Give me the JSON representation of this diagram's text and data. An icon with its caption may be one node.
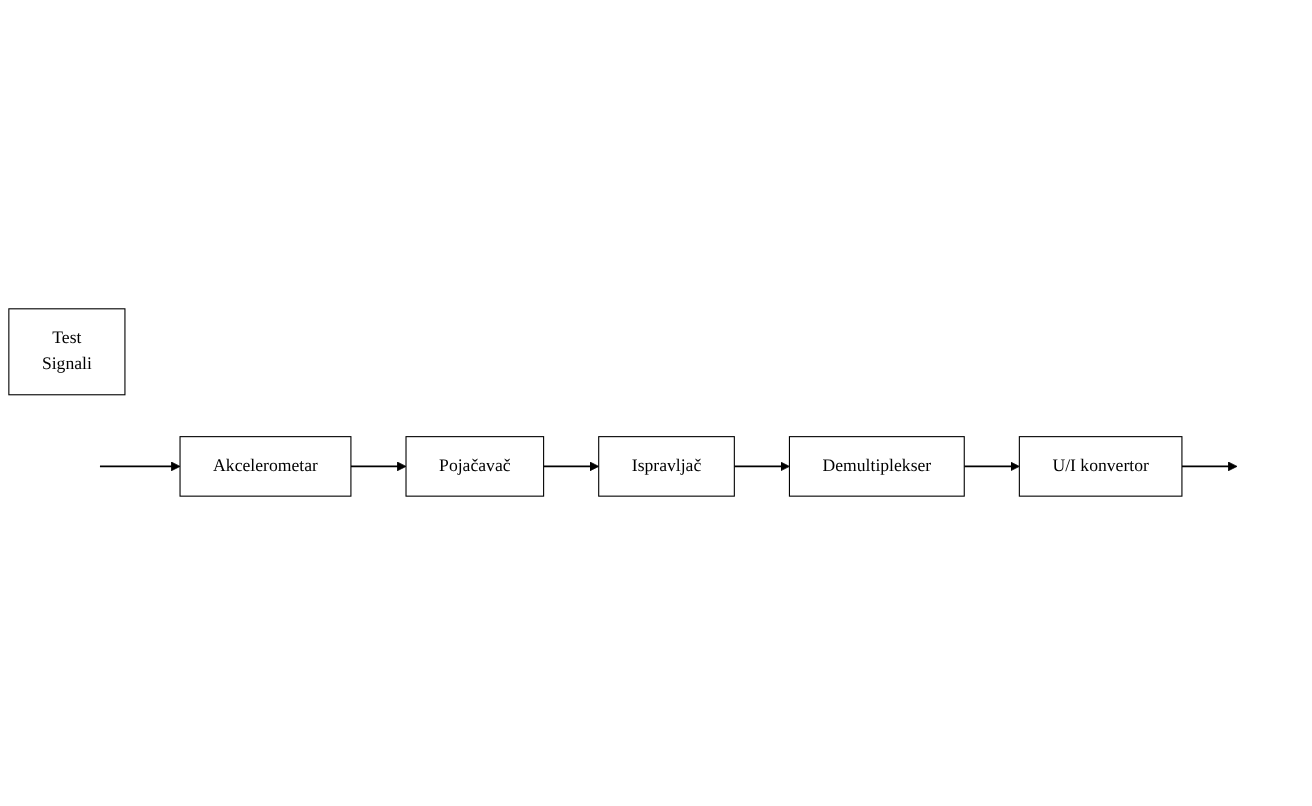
{
  "diagram": {
    "nodes": [
      {
        "text": [
          "Akcelerometar"
        ]
      },
      {
        "text": [
          "Pojačavač"
        ]
      },
      {
        "text": [
          "Ispravljač"
        ]
      },
      {
        "text": [
          "Demultiplekser"
        ]
      },
      {
        "text": [
          "U/I konvertor"
        ]
      },
      {
        "text": [
          "Test",
          "Signali"
        ]
      }
    ],
    "edges": [
      {
        "from": null,
        "to": 0,
        "arrow": "to"
      },
      {
        "from": 0,
        "to": 1,
        "arrow": "to"
      },
      {
        "from": 1,
        "to": 2,
        "arrow": "to"
      },
      {
        "from": 2,
        "to": 3,
        "arrow": "to"
      },
      {
        "from": 3,
        "to": 4,
        "arrow": "to"
      },
      {
        "from": 4,
        "to": null,
        "arrow": "to"
      }
    ]
  }
}
